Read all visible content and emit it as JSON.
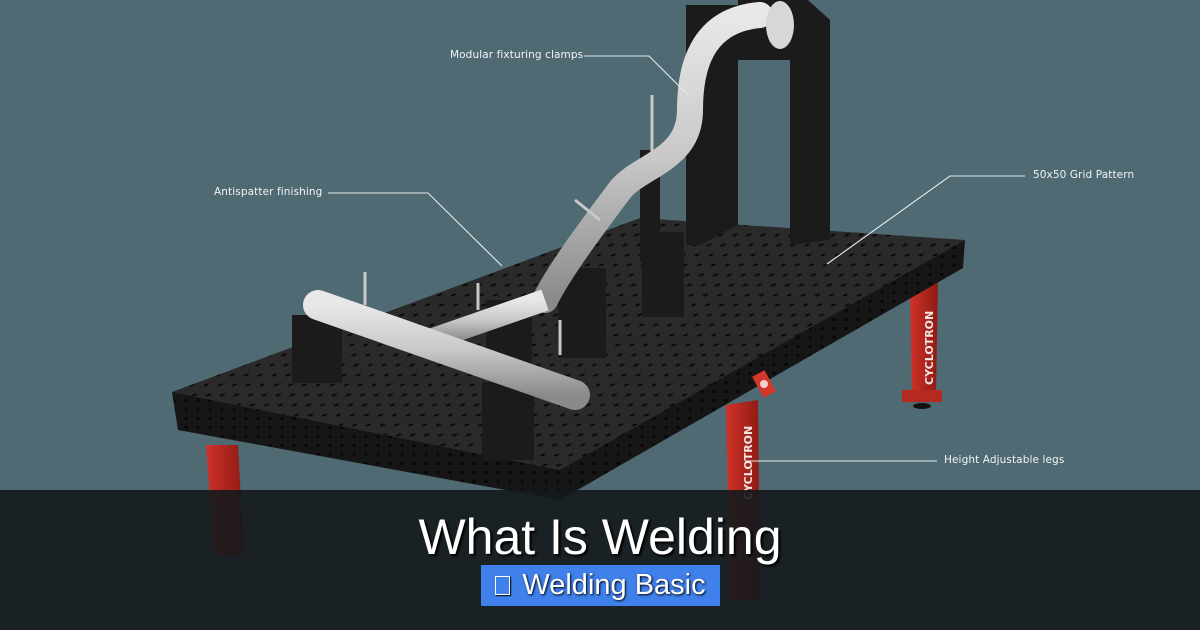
{
  "callouts": [
    {
      "label": "Modular fixturing clamps"
    },
    {
      "label": "Antispatter finishing"
    },
    {
      "label": "50x50 Grid Pattern"
    },
    {
      "label": "Height Adjustable legs"
    }
  ],
  "brand": {
    "leg_text": "CYCLOTRON"
  },
  "hero": {
    "title": "What Is Welding",
    "category": {
      "icon": "box-icon",
      "label": "Welding Basic"
    }
  },
  "colors": {
    "background": "#4f6a72",
    "overlay": "#1a2024",
    "badge": "#3f80ea",
    "table": "#1c1c1c",
    "legs": "#b5231c"
  }
}
